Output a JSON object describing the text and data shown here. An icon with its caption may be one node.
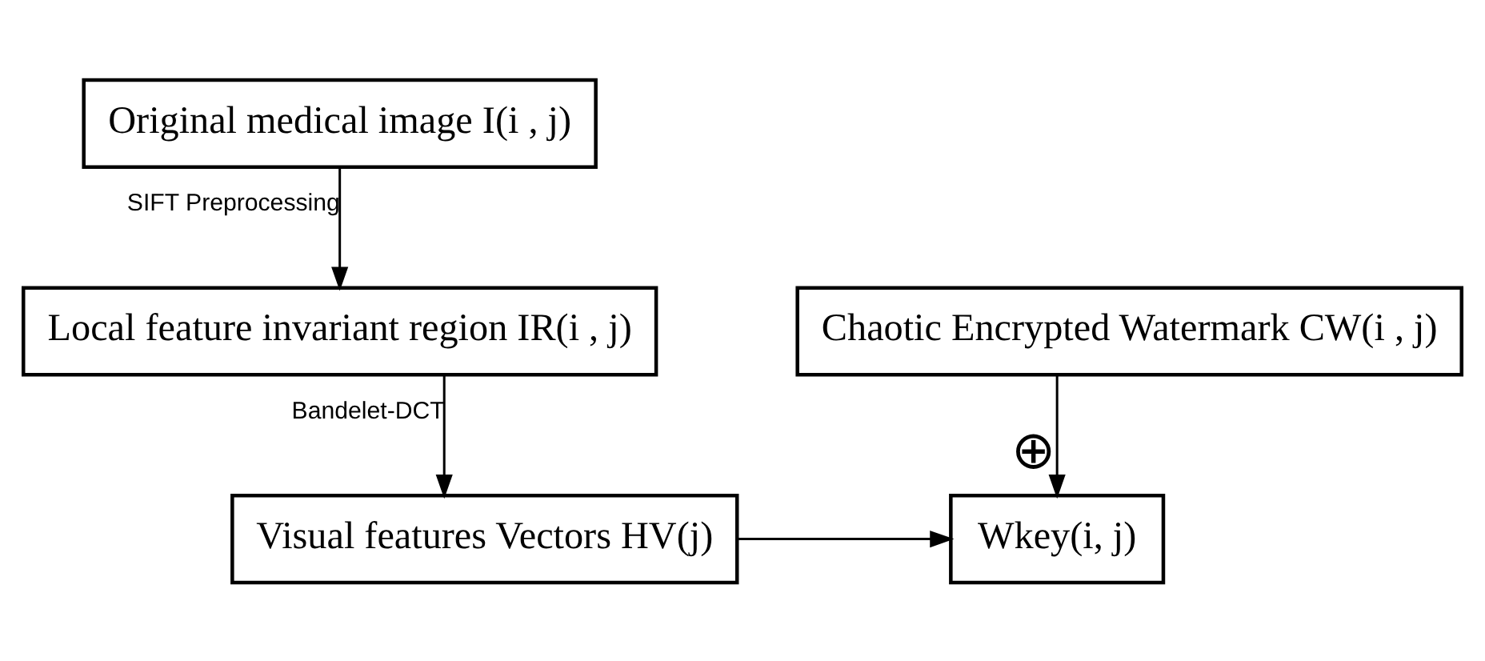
{
  "diagram": {
    "nodes": [
      {
        "text": [
          "Original medical image I(i , j)"
        ]
      },
      {
        "text": [
          "Local feature invariant region IR(i , j)"
        ]
      },
      {
        "text": [
          "Visual features Vectors HV(j)"
        ]
      },
      {
        "text": [
          "Chaotic Encrypted Watermark CW(i , j)"
        ]
      },
      {
        "text": [
          "Wkey(i, j)"
        ]
      }
    ],
    "edges": [
      {
        "from": 0,
        "to": 1,
        "arrow": "to",
        "label": "SIFT Preprocessing"
      },
      {
        "from": 1,
        "to": 2,
        "arrow": "to",
        "label": "Bandelet-DCT"
      },
      {
        "from": 2,
        "to": 4,
        "arrow": "to"
      },
      {
        "from": 3,
        "to": 4,
        "arrow": "to",
        "label": "⊕"
      }
    ]
  }
}
